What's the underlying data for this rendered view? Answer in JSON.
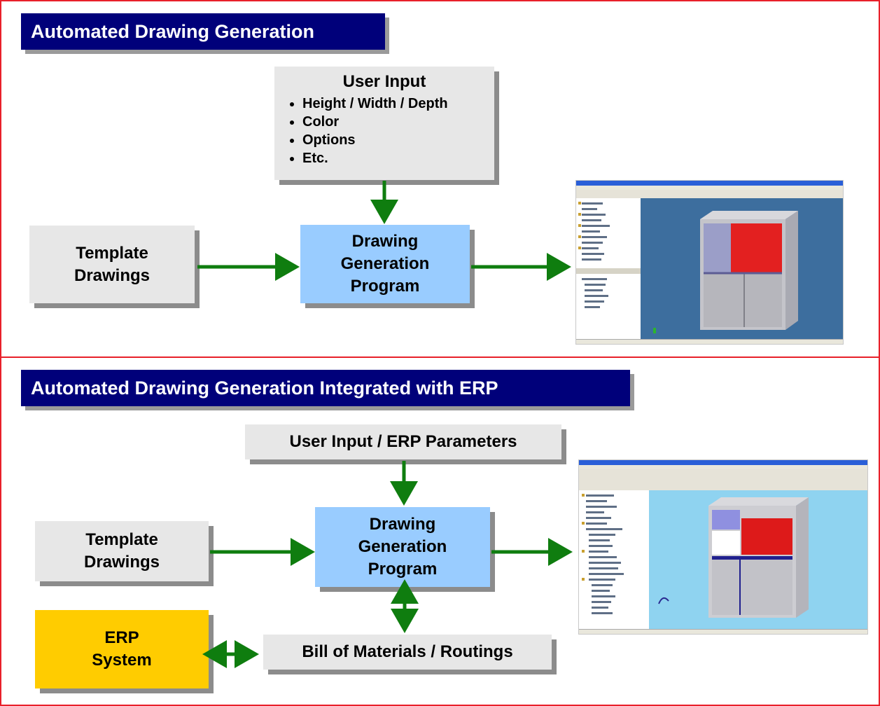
{
  "colors": {
    "frame": "#e8202a",
    "header": "#00007a",
    "arrow": "#0f7d0f",
    "gray_box": "#e7e7e7",
    "blue_box": "#99ccff",
    "gold_box": "#ffcc00"
  },
  "section1": {
    "title": "Automated Drawing Generation",
    "user_input": {
      "title": "User Input",
      "bullets": [
        "Height / Width / Depth",
        "Color",
        "Options",
        "Etc."
      ]
    },
    "template": [
      "Template",
      "Drawings"
    ],
    "program": [
      "Drawing",
      "Generation",
      "Program"
    ],
    "screenshot": "cad-screenshot"
  },
  "section2": {
    "title": "Automated Drawing Generation Integrated with ERP",
    "user_input": "User Input / ERP Parameters",
    "template": [
      "Template",
      "Drawings"
    ],
    "program": [
      "Drawing",
      "Generation",
      "Program"
    ],
    "erp": [
      "ERP",
      "System"
    ],
    "bom": "Bill of Materials / Routings",
    "screenshot": "cad-screenshot"
  }
}
